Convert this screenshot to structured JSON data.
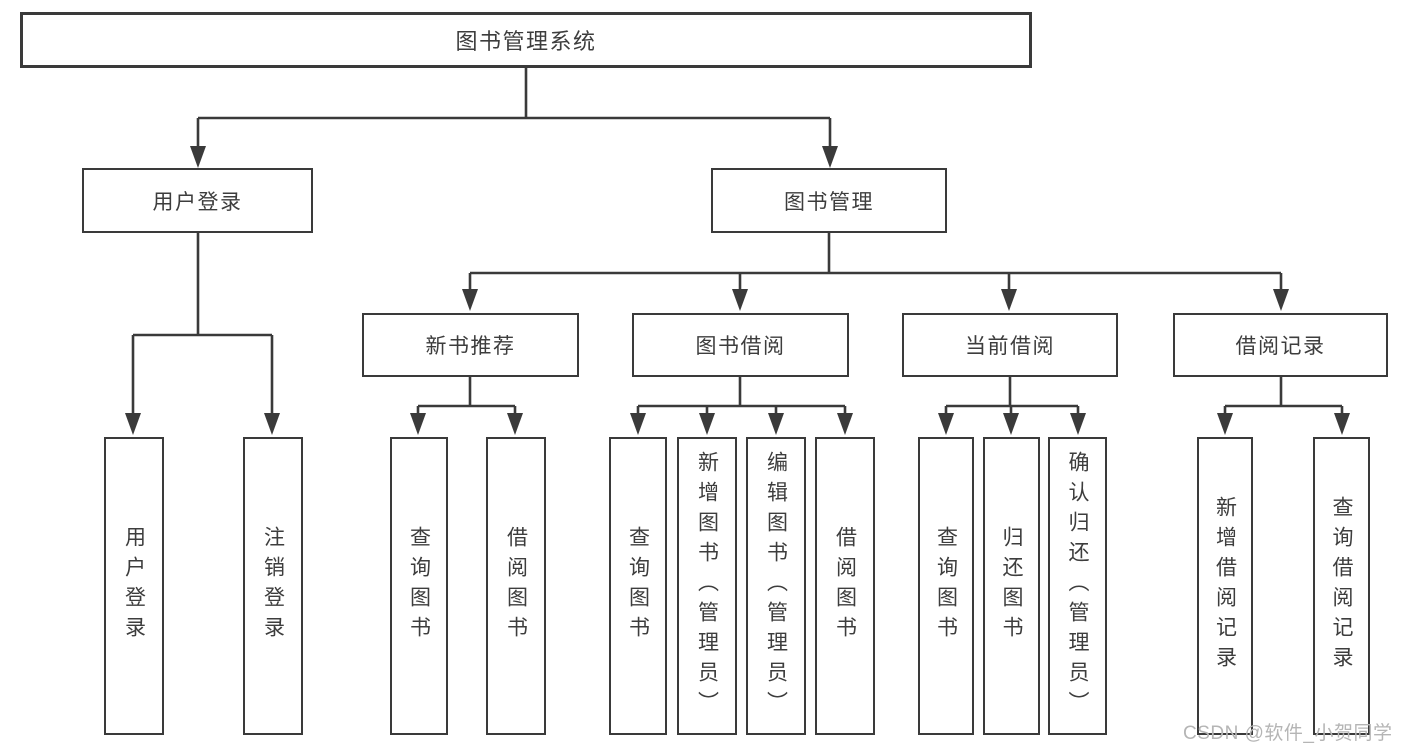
{
  "tree": {
    "root": "图书管理系统",
    "user_login": {
      "label": "用户登录",
      "children": [
        "用户登录",
        "注销登录"
      ]
    },
    "book_mgmt": {
      "label": "图书管理",
      "groups": [
        {
          "label": "新书推荐",
          "children": [
            "查询图书",
            "借阅图书"
          ]
        },
        {
          "label": "图书借阅",
          "children": [
            "查询图书",
            "新增图书（管理员）",
            "编辑图书（管理员）",
            "借阅图书"
          ]
        },
        {
          "label": "当前借阅",
          "children": [
            "查询图书",
            "归还图书",
            "确认归还（管理员）"
          ]
        },
        {
          "label": "借阅记录",
          "children": [
            "新增借阅记录",
            "查询借阅记录"
          ]
        }
      ]
    }
  },
  "watermark": {
    "text": "CSDN @软件_小贺同学"
  },
  "colors": {
    "line": "#3a3a3a",
    "text": "#3d3d3d",
    "watermark": "#b5b5b5",
    "background": "#ffffff"
  }
}
